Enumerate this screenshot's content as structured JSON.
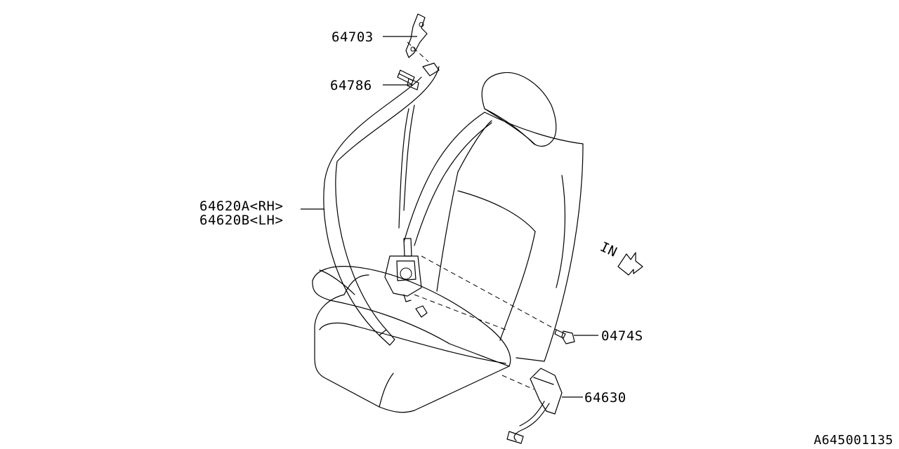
{
  "parts": [
    {
      "id": "64703",
      "label": "64703"
    },
    {
      "id": "64786",
      "label": "64786"
    },
    {
      "id": "64620A",
      "label": "64620A<RH>"
    },
    {
      "id": "64620B",
      "label": "64620B<LH>"
    },
    {
      "id": "0474S",
      "label": "0474S"
    },
    {
      "id": "64630",
      "label": "64630"
    }
  ],
  "direction_label": "IN",
  "reference_code": "A645001135"
}
